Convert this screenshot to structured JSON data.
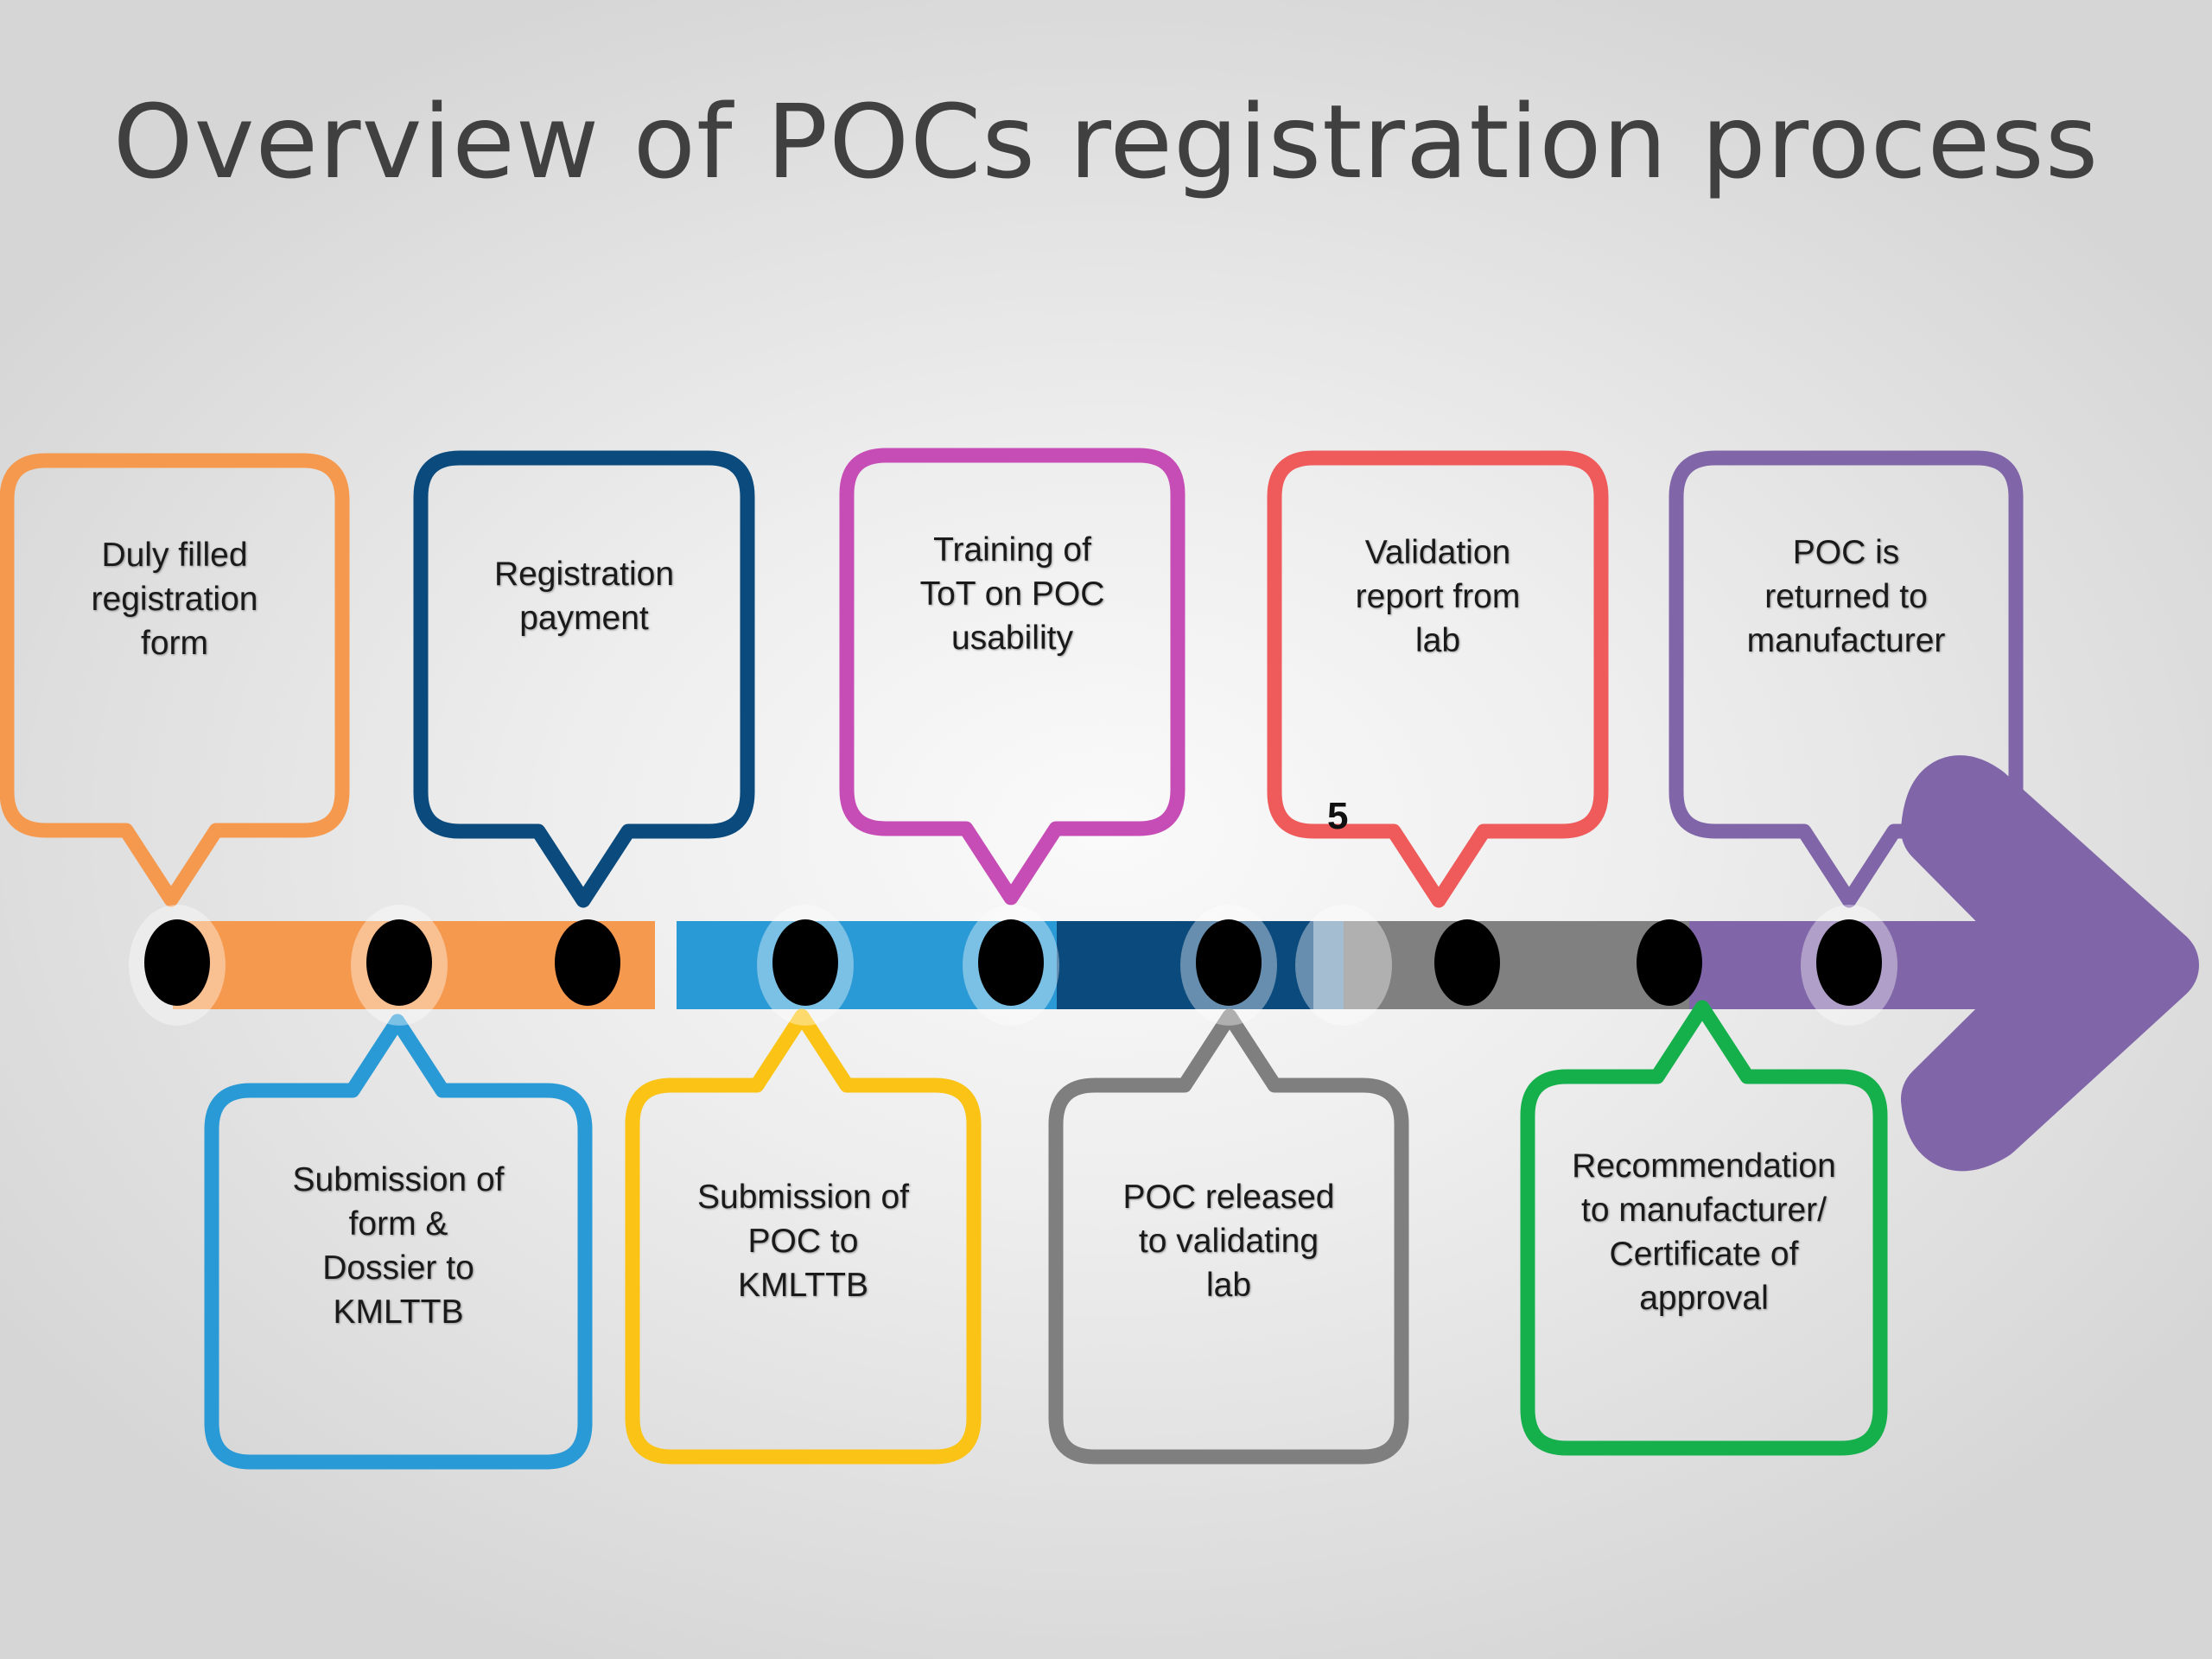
{
  "title": "Overview of POCs registration process",
  "stray_mark": "5",
  "colors": {
    "orange": "#f5994f",
    "navy": "#0a4a7d",
    "magenta": "#c74db6",
    "red": "#ef5a5a",
    "purple": "#8066a8",
    "sky": "#2a9ad6",
    "yellow": "#fac315",
    "gray": "#7f7f7f",
    "green": "#15b04c"
  },
  "steps": {
    "top": [
      {
        "text": "Duly filled\nregistration\nform",
        "color": "orange"
      },
      {
        "text": "Registration\npayment",
        "color": "navy"
      },
      {
        "text": "Training of\nToT on POC\nusability",
        "color": "magenta"
      },
      {
        "text": "Validation\nreport from\nlab",
        "color": "red"
      },
      {
        "text": "POC is\nreturned to\nmanufacturer",
        "color": "purple"
      }
    ],
    "bottom": [
      {
        "text": "Submission of\nform &\nDossier to\nKMLTTB",
        "color": "sky"
      },
      {
        "text": "Submission of\nPOC to\nKMLTTB",
        "color": "yellow"
      },
      {
        "text": "POC released\nto validating\nlab",
        "color": "gray"
      },
      {
        "text": "Recommendation\nto manufacturer/\nCertificate of\napproval",
        "color": "green"
      }
    ]
  }
}
